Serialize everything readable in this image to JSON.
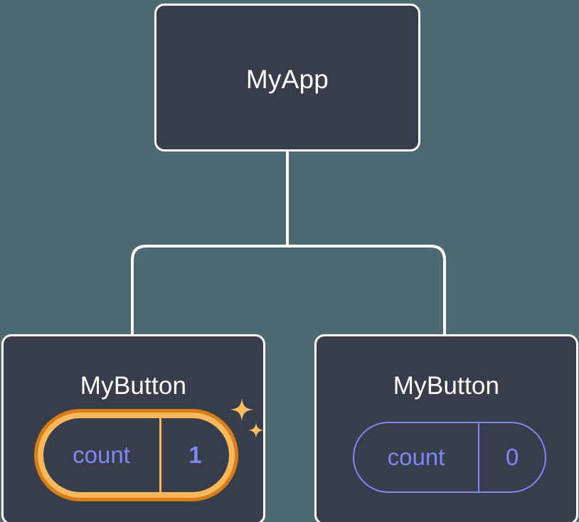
{
  "diagram": {
    "type": "component-tree",
    "background_color": "#4d6a72",
    "node_fill_color": "#383d4c",
    "node_border_color": "#ffffff",
    "connector_color": "#ffffff",
    "state_text_color": "#8186f5",
    "highlight_outer_color": "#d97d16",
    "highlight_inner_color": "#f9b85c",
    "sparkle_color": "#fbbf60",
    "root": {
      "name": "root-node",
      "title": "MyApp"
    },
    "children": [
      {
        "name": "child-node-left",
        "title": "MyButton",
        "state": {
          "key": "count",
          "value": "1",
          "highlighted": true
        },
        "sparkle_icons": [
          {
            "name": "sparkle-icon-large"
          },
          {
            "name": "sparkle-icon-small"
          }
        ]
      },
      {
        "name": "child-node-right",
        "title": "MyButton",
        "state": {
          "key": "count",
          "value": "0",
          "highlighted": false
        }
      }
    ]
  }
}
